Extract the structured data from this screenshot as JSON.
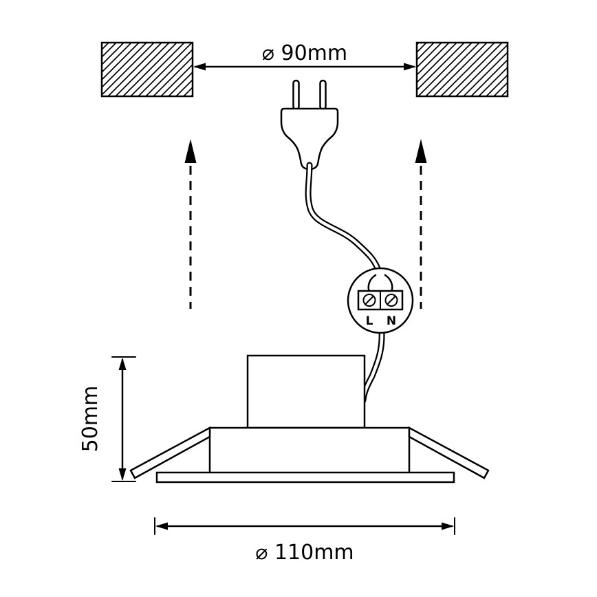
{
  "labels": {
    "cutout_diameter": "⌀ 90mm",
    "trim_diameter": "⌀ 110mm",
    "height": "50mm",
    "terminal_live": "L",
    "terminal_neutral": "N"
  },
  "colors": {
    "line": "#000000",
    "background": "#ffffff"
  }
}
